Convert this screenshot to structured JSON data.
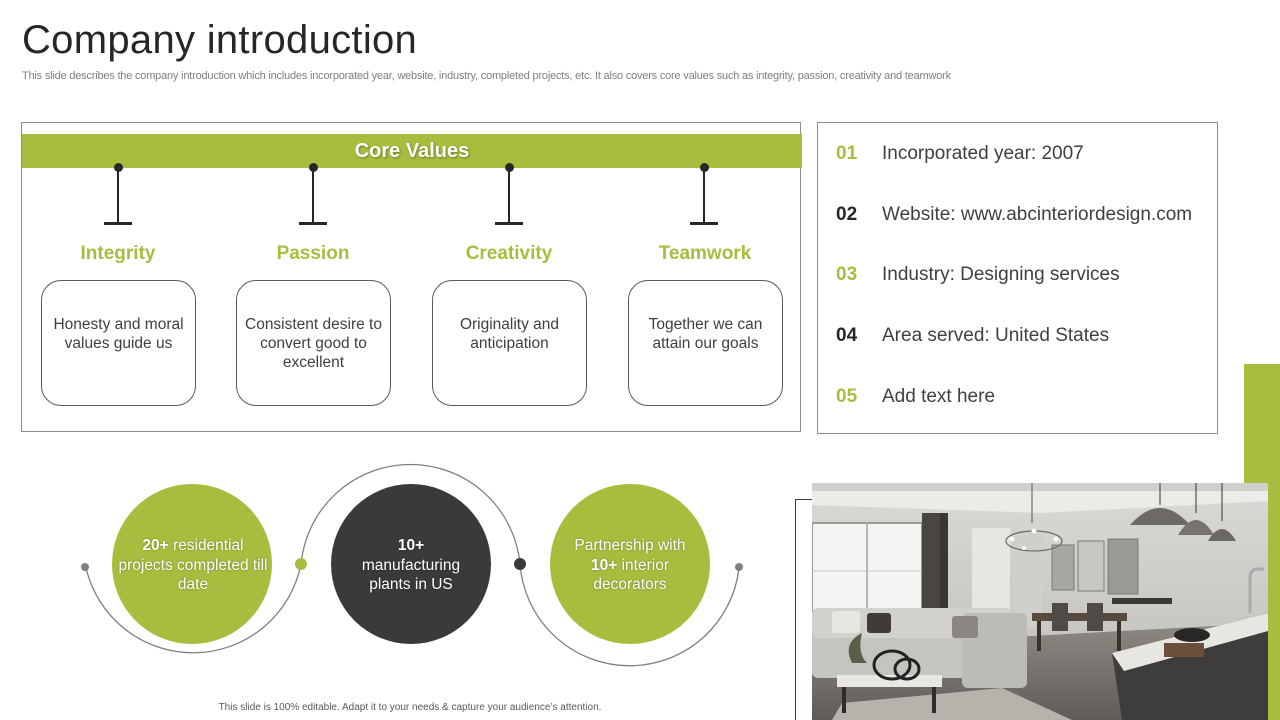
{
  "header": {
    "title": "Company introduction",
    "subtitle": "This slide describes the company introduction which includes incorporated year, website, industry, completed projects, etc. It also covers core values such as integrity, passion, creativity and teamwork"
  },
  "core_values": {
    "heading": "Core Values",
    "items": [
      {
        "title": "Integrity",
        "text": "Honesty and moral values guide us"
      },
      {
        "title": "Passion",
        "text": "Consistent desire to convert good to excellent"
      },
      {
        "title": "Creativity",
        "text": "Originality and anticipation"
      },
      {
        "title": "Teamwork",
        "text": "Together we can attain our goals"
      }
    ]
  },
  "info": [
    {
      "num": "01",
      "text": "Incorporated year: 2007"
    },
    {
      "num": "02",
      "text": "Website: www.abcinteriordesign.com"
    },
    {
      "num": "03",
      "text": "Industry: Designing services"
    },
    {
      "num": "04",
      "text": "Area served: United States"
    },
    {
      "num": "05",
      "text": "Add text here"
    }
  ],
  "stats": [
    {
      "bold": "20+",
      "rest": " residential projects completed till date"
    },
    {
      "bold": "10+",
      "rest": "manufacturing plants in US"
    },
    {
      "pre": "Partnership with ",
      "bold": "10+",
      "rest": " interior decorators"
    }
  ],
  "footer": "This slide is 100% editable. Adapt it to your needs & capture your audience’s attention.",
  "colors": {
    "accent": "#a8bd3e",
    "dark": "#3a3a3a",
    "text": "#404040"
  }
}
